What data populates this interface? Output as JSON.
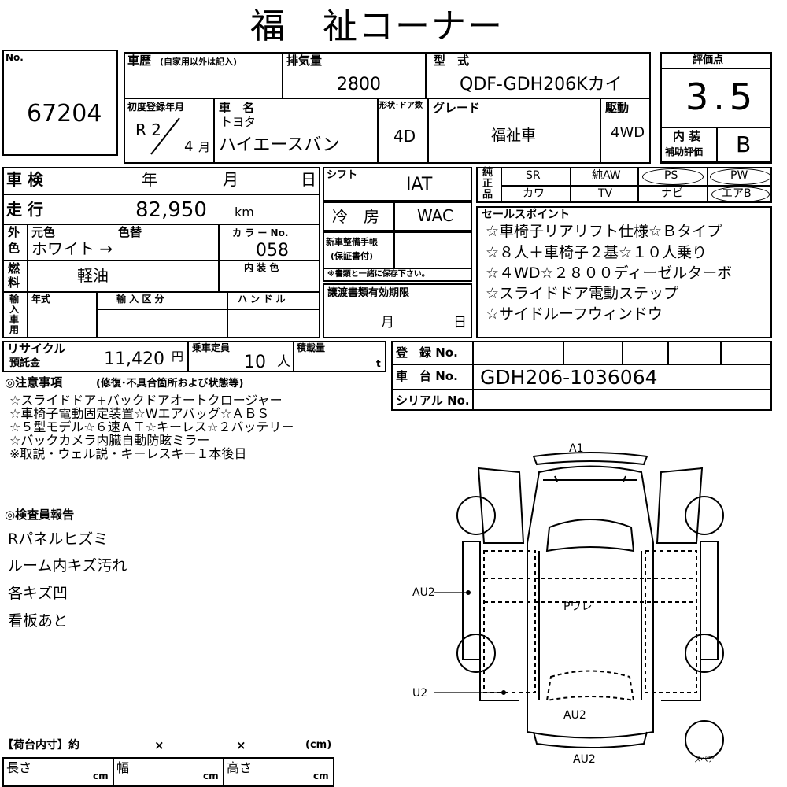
{
  "title": "福　祉コーナー",
  "lot": {
    "label": "No.",
    "number": "67204"
  },
  "history": {
    "label": "車歴",
    "sub": "(自家用以外は記入)"
  },
  "engine": {
    "label": "排気量",
    "value": "2800"
  },
  "model": {
    "label": "型　式",
    "value": "QDF-GDH206Kカイ"
  },
  "score": {
    "label": "評価点",
    "value": "3.5",
    "interior_label_1": "内 装",
    "interior_label_2": "補助評価",
    "interior_value": "B"
  },
  "first_reg": {
    "label": "初度登録年月",
    "era": "R 2",
    "month": "4",
    "month_unit": "月"
  },
  "car_name": {
    "label": "車　名",
    "maker": "トヨタ",
    "name": "ハイエースバン"
  },
  "doors": {
    "label": "形状･ドア数",
    "value": "4D"
  },
  "grade": {
    "label": "グレード",
    "value": "福祉車"
  },
  "drive": {
    "label": "駆動",
    "value": "4WD"
  },
  "inspection": {
    "label": "車 検",
    "year": "年",
    "month": "月",
    "day": "日"
  },
  "mileage": {
    "label": "走 行",
    "value": "82,950",
    "unit": "km"
  },
  "color": {
    "side_1": "外",
    "side_2": "色",
    "orig_label": "元色",
    "change_label": "色替",
    "code_label": "カ ラ ー No.",
    "value": "ホワイト →",
    "code": "058"
  },
  "fuel": {
    "side_1": "燃",
    "side_2": "料",
    "value": "軽油",
    "interior_color_label": "内 装 色"
  },
  "import": {
    "side": [
      "輸",
      "入",
      "車",
      "用"
    ],
    "year_label": "年式",
    "class_label": "輸 入 区 分",
    "handle_label": "ハ ン ド ル"
  },
  "shift": {
    "label": "シフト",
    "value": "IAT"
  },
  "ac": {
    "label": "冷　房",
    "value": "WAC"
  },
  "warranty": {
    "label_1": "新車整備手帳",
    "label_2": "(保証書付)",
    "note": "※書類と一緒に保存下さい。"
  },
  "transfer": {
    "label": "譲渡書類有効期限",
    "month": "月",
    "day": "日"
  },
  "equipment": {
    "side": [
      "純",
      "正",
      "品"
    ],
    "row1": [
      "SR",
      "純AW",
      "PS",
      "PW"
    ],
    "row2": [
      "カワ",
      "TV",
      "ナビ",
      "エアB"
    ]
  },
  "sales": {
    "label": "セールスポイント",
    "lines": [
      "☆車椅子リアリフト仕様☆Ｂタイプ",
      "☆８人＋車椅子２基☆１０人乗り",
      "☆４WD☆２８００ディーゼルターボ",
      "☆スライドドア電動ステップ",
      "☆サイドルーフウィンドウ"
    ]
  },
  "recycle": {
    "label_1": "リサイクル",
    "label_2": "預託金",
    "value": "11,420",
    "unit": "円"
  },
  "capacity": {
    "label": "乗車定員",
    "value": "10",
    "unit": "人"
  },
  "load": {
    "label": "積載量",
    "unit": "t"
  },
  "registration": {
    "label": "登　録 No.",
    "chassis_label": "車　台 No.",
    "chassis_value": "GDH206-1036064",
    "serial_label": "シリアル No."
  },
  "notes": {
    "label": "◎注意事項",
    "sub": "(修復･不具合箇所および状態等)",
    "lines": [
      "☆スライドドア+バックドアオートクロージャー",
      "☆車椅子電動固定装置☆Wエアバッグ☆ＡＢＳ",
      "☆５型モデル☆６速ＡＴ☆キーレス☆２バッテリー",
      "☆バックカメラ内臓自動防眩ミラー",
      "※取説・ウェル説・キーレスキー１本後日"
    ]
  },
  "inspector": {
    "label": "◎検査員報告",
    "lines": [
      "Rパネルヒズミ",
      "ルーム内キズ汚れ",
      "各キズ凹",
      "看板あと"
    ]
  },
  "diagram": {
    "marks": {
      "a1": "A1",
      "au2_left": "AU2",
      "u2": "U2",
      "au2_rear": "AU2",
      "au2_bottom": "AU2",
      "roof": "Pワレ",
      "spare": "スペア"
    }
  },
  "cargo": {
    "label": "【荷台内寸】約",
    "x1": "×",
    "x2": "×",
    "unit": "(cm)",
    "length": "長さ",
    "width": "幅",
    "height": "高さ",
    "cm": "cm"
  }
}
